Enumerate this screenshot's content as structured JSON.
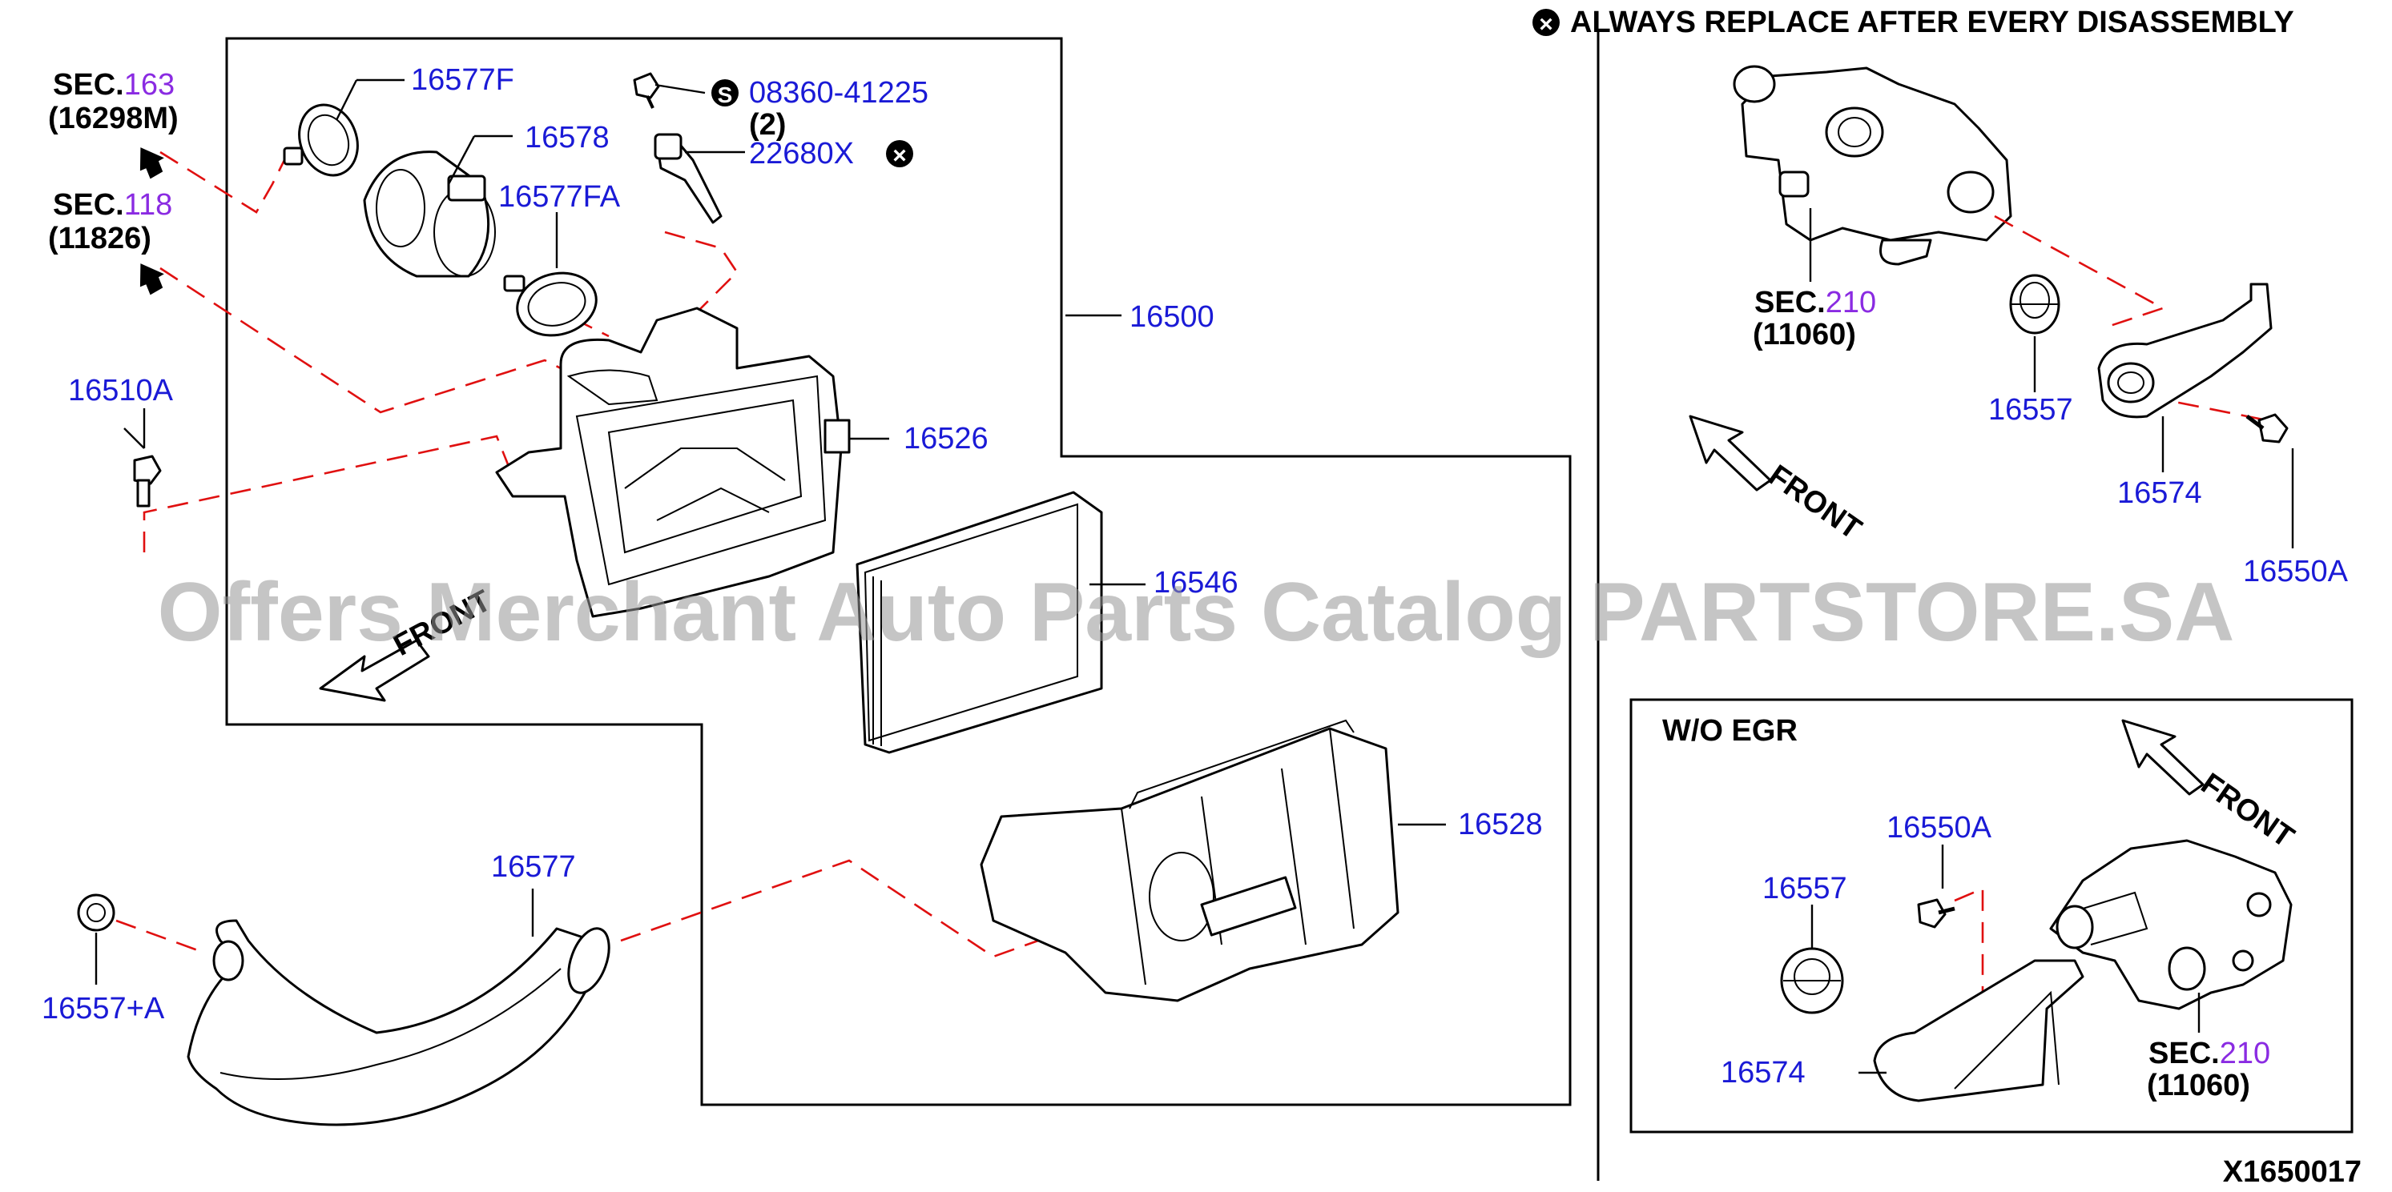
{
  "notice": {
    "symbol": "⊗",
    "text": "ALWAYS REPLACE AFTER EVERY DISASSEMBLY"
  },
  "diagram_id": "X1650017",
  "watermark": "Offers Merchant Auto Parts Catalog PARTSTORE.SA",
  "front_label": "FRONT",
  "sections": [
    {
      "prefix": "SEC.",
      "num": "163",
      "ref": "(16298M)"
    },
    {
      "prefix": "SEC.",
      "num": "118",
      "ref": "(11826)"
    },
    {
      "prefix": "SEC.",
      "num": "210",
      "ref": "(11060)"
    },
    {
      "prefix": "SEC.",
      "num": "210",
      "ref": "(11060)"
    }
  ],
  "inset_title": "W/O EGR",
  "screw": {
    "badge": "S",
    "number": "08360-41225",
    "qty": "(2)"
  },
  "colors": {
    "part_number": "#1a1ad6",
    "section_number": "#8a2be2",
    "leader_dash": "#e01010"
  },
  "parts": {
    "p16577F": "16577F",
    "p16578": "16578",
    "p16577FA": "16577FA",
    "p22680X": "22680X",
    "p16500": "16500",
    "p16510A": "16510A",
    "p16526": "16526",
    "p16546": "16546",
    "p16528": "16528",
    "p16577": "16577",
    "p16557A": "16557+A",
    "p16557_r": "16557",
    "p16574_r": "16574",
    "p16550A_r": "16550A",
    "p16550A_i": "16550A",
    "p16557_i": "16557",
    "p16574_i": "16574"
  }
}
